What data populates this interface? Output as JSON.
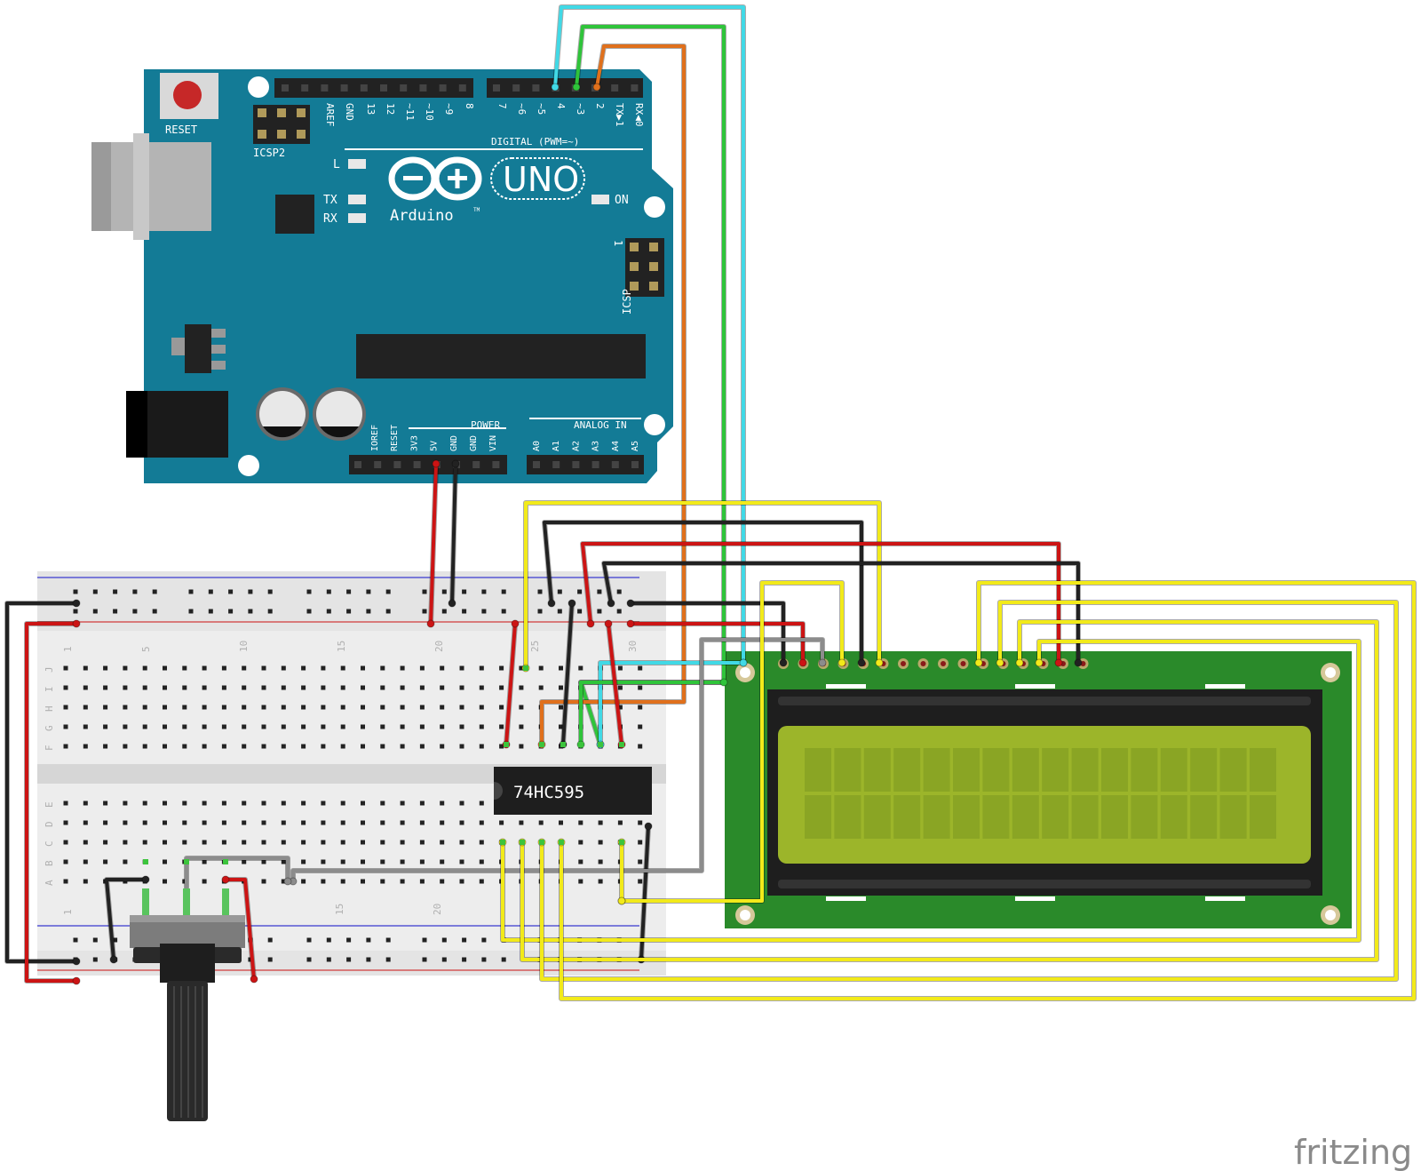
{
  "arduino": {
    "reset_label": "RESET",
    "icsp2_label": "ICSP2",
    "icsp_label": "ICSP",
    "icsp_pin1": "1",
    "led_l": "L",
    "led_tx": "TX",
    "led_rx": "RX",
    "led_on": "ON",
    "logo_uno": "UNO",
    "logo_name": "Arduino",
    "logo_tm": "TM",
    "digital_label": "DIGITAL (PWM=~)",
    "power_label": "POWER",
    "analog_label": "ANALOG IN",
    "digital_pins": [
      "AREF",
      "GND",
      "13",
      "12",
      "~11",
      "~10",
      "~9",
      "8",
      "7",
      "~6",
      "~5",
      "4",
      "~3",
      "2",
      "TX▶1",
      "RX◀0"
    ],
    "power_pins": [
      "IOREF",
      "RESET",
      "3V3",
      "5V",
      "GND",
      "GND",
      "VIN"
    ],
    "analog_pins": [
      "A0",
      "A1",
      "A2",
      "A3",
      "A4",
      "A5"
    ]
  },
  "breadboard": {
    "row_letters_top": [
      "J",
      "I",
      "H",
      "G",
      "F"
    ],
    "row_letters_bottom": [
      "E",
      "D",
      "C",
      "B",
      "A"
    ],
    "column_numbers": [
      "1",
      "5",
      "10",
      "15",
      "20",
      "25",
      "30"
    ]
  },
  "chip": {
    "label": "74HC595"
  },
  "watermark": "fritzing",
  "colors": {
    "board_blue": "#137b96",
    "wire_red": "#cc1414",
    "wire_black": "#222222",
    "wire_yellow": "#f2ea1a",
    "wire_cyan": "#41d9e6",
    "wire_green": "#2fc43a",
    "wire_orange": "#e0701c",
    "wire_gray": "#8c8c8c",
    "lcd_pcb": "#2a8a2a",
    "lcd_screen": "#9cb52a"
  },
  "icons": [
    "arduino-infinity-logo-icon",
    "potentiometer-icon",
    "usb-port-icon",
    "dc-jack-icon"
  ]
}
